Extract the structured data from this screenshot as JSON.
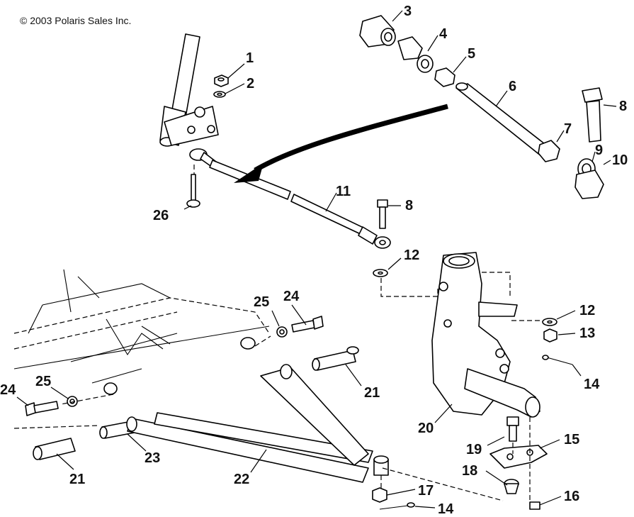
{
  "diagram": {
    "copyright": "© 2003 Polaris Sales Inc.",
    "callouts": [
      {
        "id": "c1",
        "label": "1"
      },
      {
        "id": "c2",
        "label": "2"
      },
      {
        "id": "c3",
        "label": "3"
      },
      {
        "id": "c4",
        "label": "4"
      },
      {
        "id": "c5",
        "label": "5"
      },
      {
        "id": "c6",
        "label": "6"
      },
      {
        "id": "c7",
        "label": "7"
      },
      {
        "id": "c8a",
        "label": "8"
      },
      {
        "id": "c9",
        "label": "9"
      },
      {
        "id": "c10",
        "label": "10"
      },
      {
        "id": "c11",
        "label": "11"
      },
      {
        "id": "c8b",
        "label": "8"
      },
      {
        "id": "c26",
        "label": "26"
      },
      {
        "id": "c12a",
        "label": "12"
      },
      {
        "id": "c12b",
        "label": "12"
      },
      {
        "id": "c13",
        "label": "13"
      },
      {
        "id": "c14a",
        "label": "14"
      },
      {
        "id": "c25a",
        "label": "25"
      },
      {
        "id": "c24a",
        "label": "24"
      },
      {
        "id": "c25b",
        "label": "25"
      },
      {
        "id": "c24b",
        "label": "24"
      },
      {
        "id": "c21a",
        "label": "21"
      },
      {
        "id": "c21b",
        "label": "21"
      },
      {
        "id": "c20",
        "label": "20"
      },
      {
        "id": "c23",
        "label": "23"
      },
      {
        "id": "c22",
        "label": "22"
      },
      {
        "id": "c19",
        "label": "19"
      },
      {
        "id": "c15",
        "label": "15"
      },
      {
        "id": "c18",
        "label": "18"
      },
      {
        "id": "c17",
        "label": "17"
      },
      {
        "id": "c16",
        "label": "16"
      },
      {
        "id": "c14b",
        "label": "14"
      }
    ]
  }
}
